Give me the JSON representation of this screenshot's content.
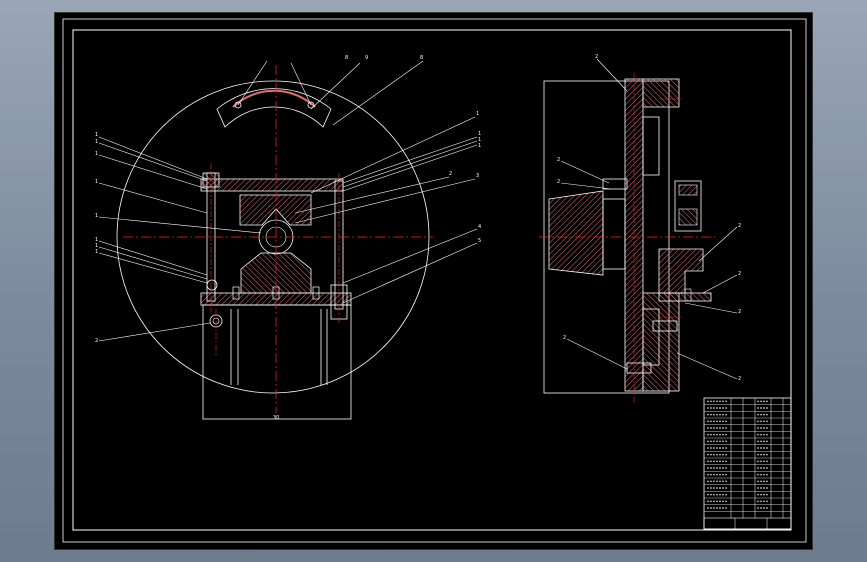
{
  "viewport": {
    "background": "#8795a8"
  },
  "sheet": {
    "background": "#000000",
    "line_color": "#ffffff",
    "center_line_color": "#ff2020",
    "section_color": "#e07070"
  },
  "front_view": {
    "callouts": [
      "8",
      "9",
      "8",
      "1",
      "1",
      "1",
      "1",
      "2",
      "3",
      "4",
      "5",
      "1",
      "1",
      "1",
      "1",
      "1",
      "1",
      "1",
      "1",
      "2",
      "30"
    ]
  },
  "side_view": {
    "callouts": [
      "2",
      "2",
      "2",
      "2",
      "2",
      "2",
      "2",
      "2"
    ]
  },
  "title_block": {
    "rows": 18,
    "footer": ""
  }
}
